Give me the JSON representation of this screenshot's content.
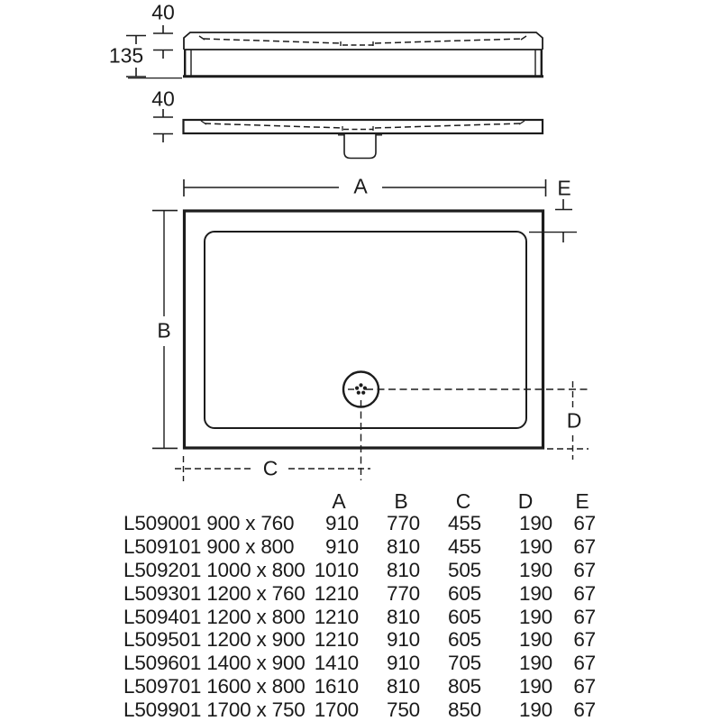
{
  "figure": {
    "side_view_upstand": {
      "top_lip_height": "40",
      "total_height": "135"
    },
    "side_view_tray": {
      "height": "40"
    },
    "plan": {
      "width_label": "A",
      "depth_label": "B",
      "drain_offset_x_label": "C",
      "drain_offset_y_label": "D",
      "rim_width_label": "E"
    }
  },
  "table": {
    "headers": [
      "A",
      "B",
      "C",
      "D",
      "E"
    ],
    "rows": [
      {
        "model": "L509001 900 x 760",
        "A": "910",
        "B": "770",
        "C": "455",
        "D": "190",
        "E": "67"
      },
      {
        "model": "L509101 900 x 800",
        "A": "910",
        "B": "810",
        "C": "455",
        "D": "190",
        "E": "67"
      },
      {
        "model": "L509201 1000 x 800",
        "A": "1010",
        "B": "810",
        "C": "505",
        "D": "190",
        "E": "67"
      },
      {
        "model": "L509301 1200 x 760",
        "A": "1210",
        "B": "770",
        "C": "605",
        "D": "190",
        "E": "67"
      },
      {
        "model": "L509401 1200 x 800",
        "A": "1210",
        "B": "810",
        "C": "605",
        "D": "190",
        "E": "67"
      },
      {
        "model": "L509501 1200 x 900",
        "A": "1210",
        "B": "910",
        "C": "605",
        "D": "190",
        "E": "67"
      },
      {
        "model": "L509601 1400 x 900",
        "A": "1410",
        "B": "910",
        "C": "705",
        "D": "190",
        "E": "67"
      },
      {
        "model": "L509701 1600 x 800",
        "A": "1610",
        "B": "810",
        "C": "805",
        "D": "190",
        "E": "67"
      },
      {
        "model": "L509901 1700 x 750",
        "A": "1700",
        "B": "750",
        "C": "850",
        "D": "190",
        "E": "67"
      }
    ]
  },
  "colors": {
    "line": "#1c1c1c",
    "text": "#1a1a1a",
    "background": "#ffffff"
  }
}
